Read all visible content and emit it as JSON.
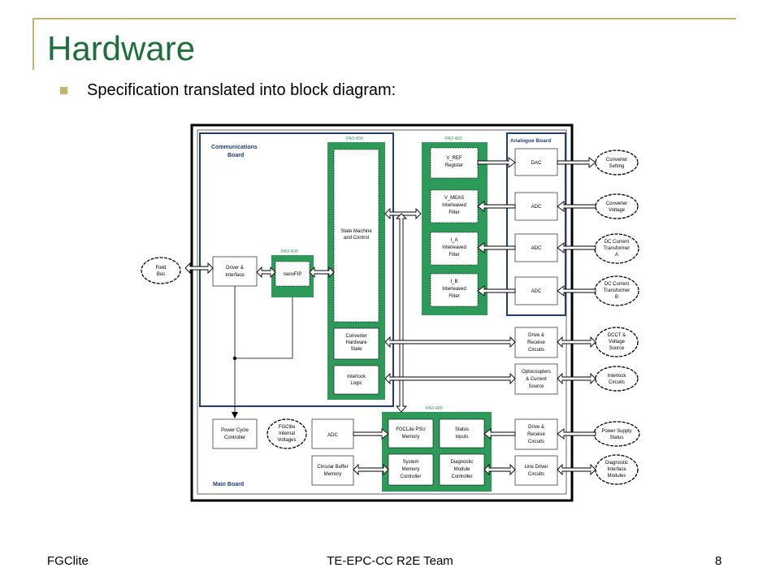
{
  "slide": {
    "title": "Hardware",
    "bullet": "Specification translated into block diagram:"
  },
  "footer": {
    "left": "FGClite",
    "center": "TE-EPC-CC R2E Team",
    "right": "8"
  },
  "diagram": {
    "regions": {
      "communications_board": [
        "Communications",
        "Board"
      ],
      "analogue_board": "Analogue Board",
      "main_board": "Main Board",
      "pa3_1": "PA3 400",
      "pa3_2": "PA3 400",
      "pa3_3": "PA3 400",
      "pa3_4": "PA3 400"
    },
    "blocks": {
      "driver_interface": [
        "Driver &",
        "Interface"
      ],
      "nanofip": [
        "nanoFIP"
      ],
      "state_machine": [
        "State Machine",
        "and Control"
      ],
      "converter_hw_state": [
        "Converter",
        "Hardware",
        "State"
      ],
      "interlock_logic": [
        "Interlock",
        "Logic"
      ],
      "v_ref": [
        "V_REF",
        "Register"
      ],
      "v_meas": [
        "V_MEAS",
        "Interleaved",
        "Filter"
      ],
      "i_a": [
        "I_A",
        "Interleaved",
        "Filter"
      ],
      "i_b": [
        "I_B",
        "Interleaved",
        "Filter"
      ],
      "dac": [
        "DAC"
      ],
      "adc_1": [
        "ADC"
      ],
      "adc_2": [
        "ADC"
      ],
      "adc_3": [
        "ADC"
      ],
      "drive_receive_1": [
        "Drive &",
        "Receive",
        "Circuits"
      ],
      "optocouplers": [
        "Optocouplers",
        "& Current",
        "Source"
      ],
      "power_cycle": [
        "Power Cycle",
        "Controller"
      ],
      "adc_main": [
        "ADC"
      ],
      "circular_buffer": [
        "Circular Buffer",
        "Memory"
      ],
      "fgclite_psu": [
        "FGCLite PSU",
        "Memory"
      ],
      "status_inputs": [
        "Status",
        "inputs"
      ],
      "system_memory": [
        "System",
        "Memory",
        "Controller"
      ],
      "diag_module": [
        "Diagnostic",
        "Module",
        "Controller"
      ],
      "drive_receive_2": [
        "Drive &",
        "Receive",
        "Circuits"
      ],
      "line_driver": [
        "Line Driver",
        "Circuits"
      ]
    },
    "clouds": {
      "field_bus": [
        "Field",
        "Bus"
      ],
      "fgclite_voltages": [
        "FGClite",
        "Internal",
        "Voltages"
      ],
      "converter_setting": [
        "Converter",
        "Setting"
      ],
      "converter_voltage": [
        "Converter",
        "Voltage"
      ],
      "dc_current_a": [
        "DC Current",
        "Transformer",
        "A"
      ],
      "dc_current_b": [
        "DC Current",
        "Transformer",
        "B"
      ],
      "dcct_voltage": [
        "DCCT &",
        "Voltage",
        "Source"
      ],
      "interlock_circuits": [
        "Interlock",
        "Circuits"
      ],
      "power_supply_status": [
        "Power Supply",
        "Status"
      ],
      "diagnostic_interface": [
        "Diagnostic",
        "Interface",
        "Modules"
      ]
    },
    "colors": {
      "fpga_green": "#2e9a5a",
      "board_blue": "#1f3d7a",
      "accent_gold": "#c8b36a",
      "title_green": "#1f6f3b"
    }
  }
}
